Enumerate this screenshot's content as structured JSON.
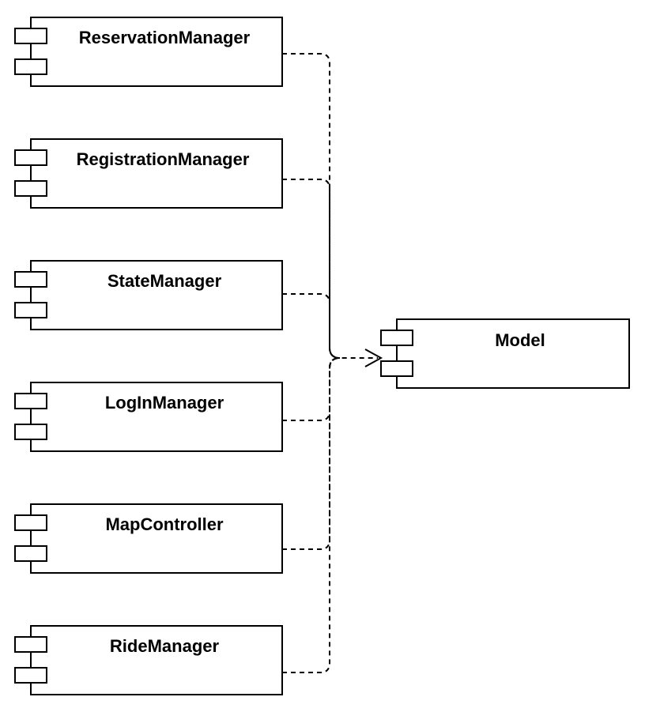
{
  "components": [
    {
      "id": "reservation-manager",
      "label": "ReservationManager"
    },
    {
      "id": "registration-manager",
      "label": "RegistrationManager"
    },
    {
      "id": "state-manager",
      "label": "StateManager"
    },
    {
      "id": "login-manager",
      "label": "LogInManager"
    },
    {
      "id": "map-controller",
      "label": "MapController"
    },
    {
      "id": "ride-manager",
      "label": "RideManager"
    }
  ],
  "target": {
    "id": "model",
    "label": "Model"
  },
  "colors": {
    "stroke": "#000000",
    "fill": "#ffffff"
  }
}
